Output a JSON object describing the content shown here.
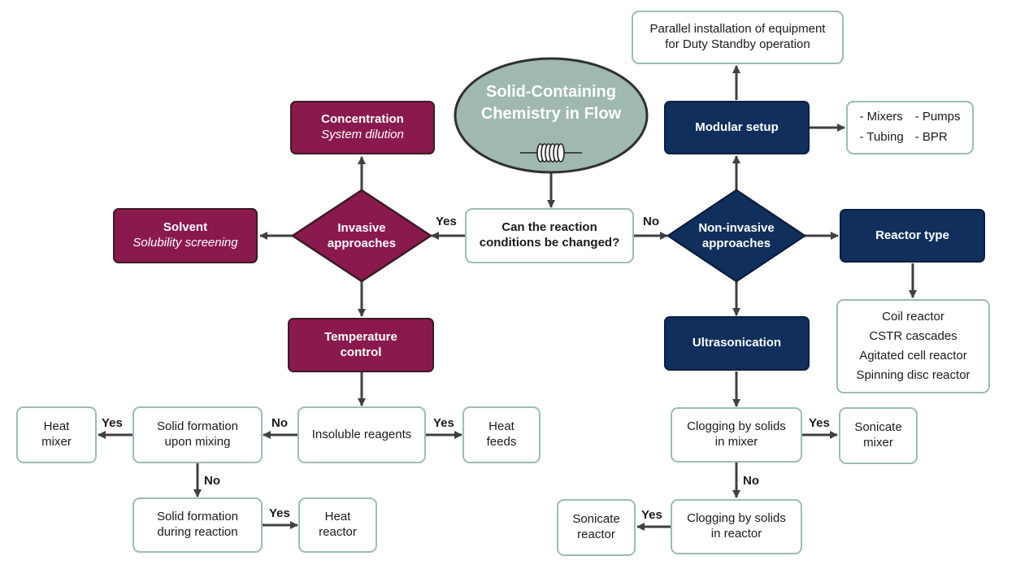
{
  "title": [
    "Solid-Containing",
    "Chemistry in Flow"
  ],
  "question": [
    "Can the reaction",
    "conditions be changed?"
  ],
  "invasive": [
    "Invasive",
    "approaches"
  ],
  "noninvasive": [
    "Non-invasive",
    "approaches"
  ],
  "concentration": {
    "title": "Concentration",
    "subtitle": "System dilution"
  },
  "solvent": {
    "title": "Solvent",
    "subtitle": "Solubility screening"
  },
  "temperature": [
    "Temperature",
    "control"
  ],
  "modular": "Modular setup",
  "parallel": [
    "Parallel installation of equipment",
    "for Duty Standby operation"
  ],
  "modular_items": [
    "- Mixers",
    "- Pumps",
    "- Tubing",
    "- BPR"
  ],
  "reactor_type": "Reactor type",
  "reactor_list": [
    "Coil reactor",
    "CSTR cascades",
    "Agitated cell reactor",
    "Spinning disc reactor"
  ],
  "ultrasonication": "Ultrasonication",
  "insoluble": "Insoluble reagents",
  "heat_feeds": [
    "Heat",
    "feeds"
  ],
  "solid_mixing": [
    "Solid formation",
    "upon mixing"
  ],
  "heat_mixer": [
    "Heat",
    "mixer"
  ],
  "solid_reaction": [
    "Solid formation",
    "during reaction"
  ],
  "heat_reactor": [
    "Heat",
    "reactor"
  ],
  "clog_mixer": [
    "Clogging by solids",
    "in mixer"
  ],
  "sonicate_mixer": [
    "Sonicate",
    "mixer"
  ],
  "clog_reactor": [
    "Clogging by solids",
    "in reactor"
  ],
  "sonicate_reactor": [
    "Sonicate",
    "reactor"
  ],
  "labels": {
    "yes": "Yes",
    "no": "No"
  },
  "colors": {
    "maroon": "#8a1a4d",
    "navy": "#102f5c",
    "green_border": "#9dbcb0",
    "oval": "#9fb8b1",
    "arrow": "#404040"
  }
}
